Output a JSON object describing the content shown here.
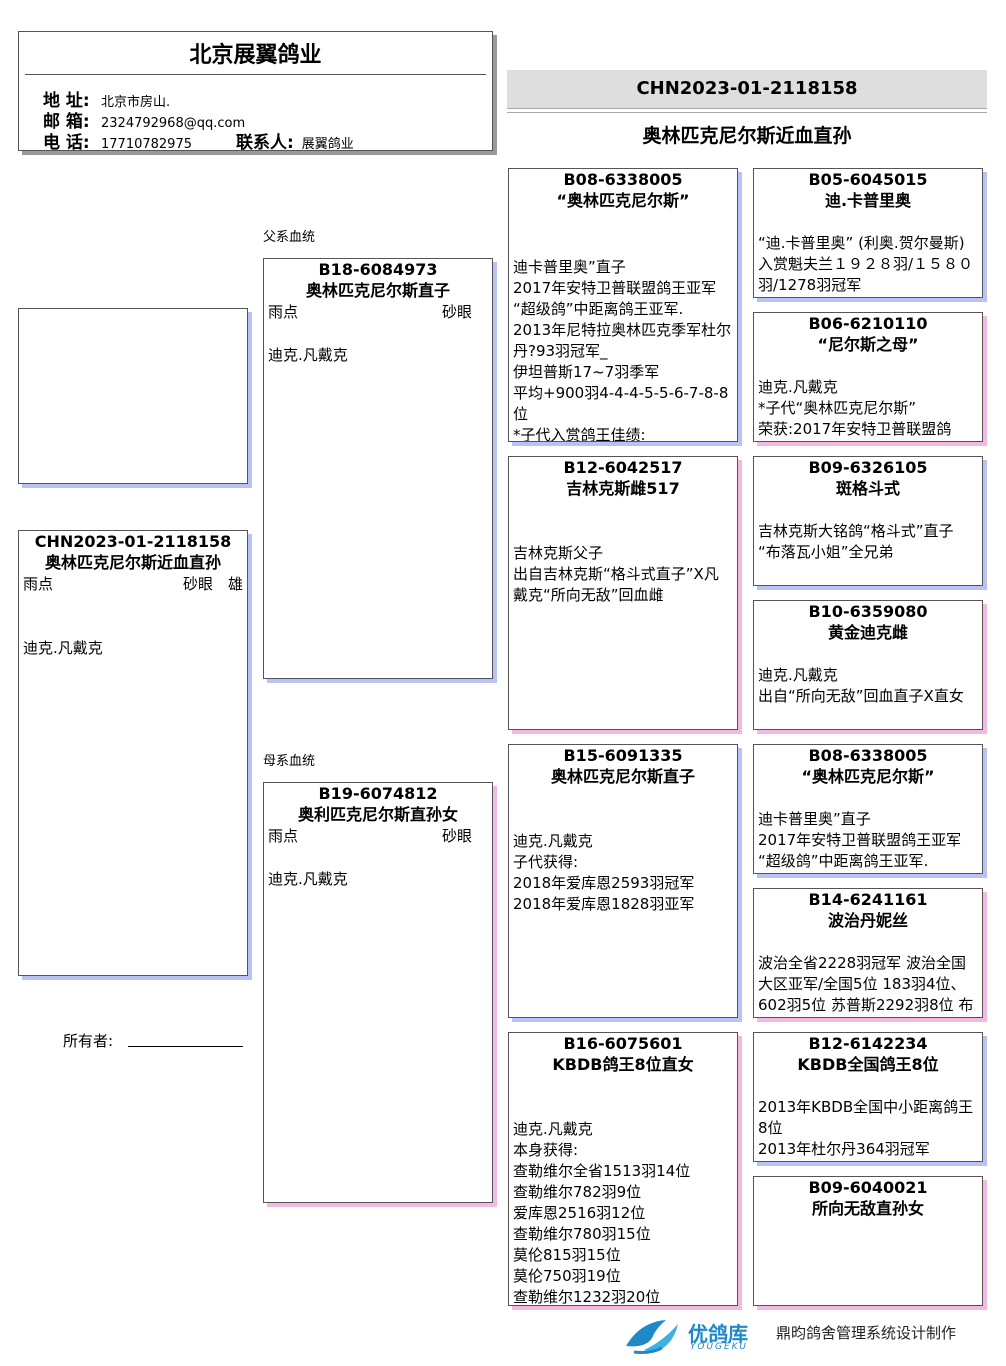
{
  "header": {
    "company": "北京展翼鸽业",
    "address_label": "地 址:",
    "address": "北京市房山.",
    "email_label": "邮 箱:",
    "email": "2324792968@qq.com",
    "phone_label": "电 话:",
    "phone": "17710782975",
    "contact_label": "联系人:",
    "contact": "展翼鸽业"
  },
  "title": {
    "ring": "CHN2023-01-2118158",
    "name": "奥林匹克尼尔斯近血直孙"
  },
  "subject": {
    "ring": "CHN2023-01-2118158",
    "name": "奥林匹克尼尔斯近血直孙",
    "trait1": "雨点",
    "trait2": "砂眼",
    "sex": "雄",
    "notes": "迪克.凡戴克"
  },
  "owner_label": "所有者:",
  "sire_label": "父系血统",
  "dam_label": "母系血统",
  "sire": {
    "ring": "B18-6084973",
    "name": "奥林匹克尼尔斯直子",
    "trait1": "雨点",
    "trait2": "砂眼",
    "notes": "迪克.凡戴克"
  },
  "dam": {
    "ring": "B19-6074812",
    "name": "奥利匹克尼尔斯直孙女",
    "trait1": "雨点",
    "trait2": "砂眼",
    "notes": "迪克.凡戴克"
  },
  "ss": {
    "ring": "B08-6338005",
    "name": "“奥林匹克尼尔斯”",
    "notes": "迪卡普里奥”直子\n2017年安特卫普联盟鸽王亚军\n“超级鸽”中距离鸽王亚军.\n2013年尼特拉奥林匹克季军杜尔丹?93羽冠军_\n伊坦普斯17~7羽季军\n平均+900羽4-4-4-5-5-6-7-8-8位\n*子代入赏鸽王佳绩:"
  },
  "sd": {
    "ring": "B12-6042517",
    "name": "吉林克斯雌517",
    "notes": "吉林克斯父子\n出自吉林克斯“格斗式直子”X凡戴克“所向无敌”回血雌"
  },
  "ds": {
    "ring": "B15-6091335",
    "name": "奥林匹克尼尔斯直子",
    "notes": "迪克.凡戴克\n子代获得:\n2018年爱库恩2593羽冠军\n2018年爱库恩1828羽亚军"
  },
  "dd": {
    "ring": "B16-6075601",
    "name": "KBDB鸽王8位直女",
    "notes": "迪克.凡戴克\n本身获得:\n查勒维尔全省1513羽14位\n查勒维尔782羽9位\n爱库恩2516羽12位\n查勒维尔780羽15位\n莫伦815羽15位\n莫伦750羽19位\n查勒维尔1232羽20位"
  },
  "sss": {
    "ring": "B05-6045015",
    "name": "迪.卡普里奥",
    "notes": "“迪.卡普里奥” (利奥.贺尔曼斯)入赏魁夫兰１９２８羽/１５８０羽/1278羽冠军"
  },
  "ssd": {
    "ring": "B06-6210110",
    "name": "“尼尔斯之母”",
    "notes": "迪克.凡戴克\n*子代“奥林匹克尼尔斯”\n荣获:2017年安特卫普联盟鸽"
  },
  "sds": {
    "ring": "B09-6326105",
    "name": "斑格斗式",
    "notes": "吉林克斯大铭鸽“格斗式”直子\n“布落瓦小姐”全兄弟"
  },
  "sdd": {
    "ring": "B10-6359080",
    "name": "黄金迪克雌",
    "notes": "迪克.凡戴克\n出自“所向无敌”回血直子X直女"
  },
  "dss": {
    "ring": "B08-6338005",
    "name": "“奥林匹克尼尔斯”",
    "notes": "迪卡普里奥”直子\n2017年安特卫普联盟鸽王亚军\n“超级鸽”中距离鸽王亚军."
  },
  "dsd": {
    "ring": "B14-6241161",
    "name": "波治丹妮丝",
    "notes": "波治全省2228羽冠军 波治全国大区亚军/全国5位 183羽4位、602羽5位 苏普斯2292羽8位 布"
  },
  "dds": {
    "ring": "B12-6142234",
    "name": "KBDB全国鸽王8位",
    "notes": "2013年KBDB全国中小距离鸽王8位\n2013年杜尔丹364羽冠军"
  },
  "ddd": {
    "ring": "B09-6040021",
    "name": "所向无敌直孙女",
    "notes": ""
  },
  "footer": {
    "logo_text": "优鸽库",
    "logo_sub": "YOUGEKU",
    "credit": "鼎昀鸽舍管理系统设计制作"
  }
}
